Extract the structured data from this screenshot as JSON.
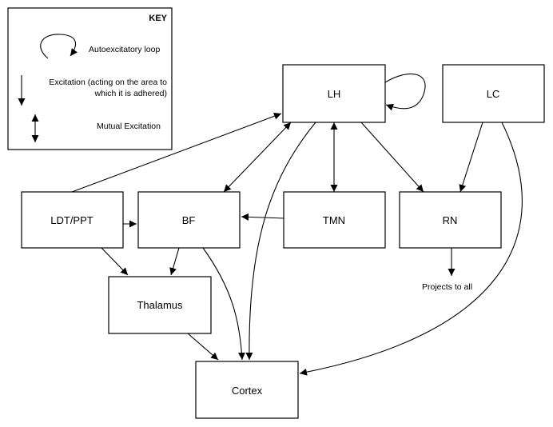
{
  "key": {
    "title": "KEY",
    "autoexcitatory": "Autoexcitatory loop",
    "excitation_line1": "Excitation (acting on the area to",
    "excitation_line2": "which it is adhered)",
    "mutual": "Mutual Excitation"
  },
  "nodes": {
    "lh": "LH",
    "lc": "LC",
    "ldt_ppt": "LDT/PPT",
    "bf": "BF",
    "tmn": "TMN",
    "rn": "RN",
    "thalamus": "Thalamus",
    "cortex": "Cortex"
  },
  "notes": {
    "projects_to_all": "Projects to all"
  },
  "colors": {
    "stroke": "#000000",
    "background": "#ffffff"
  }
}
